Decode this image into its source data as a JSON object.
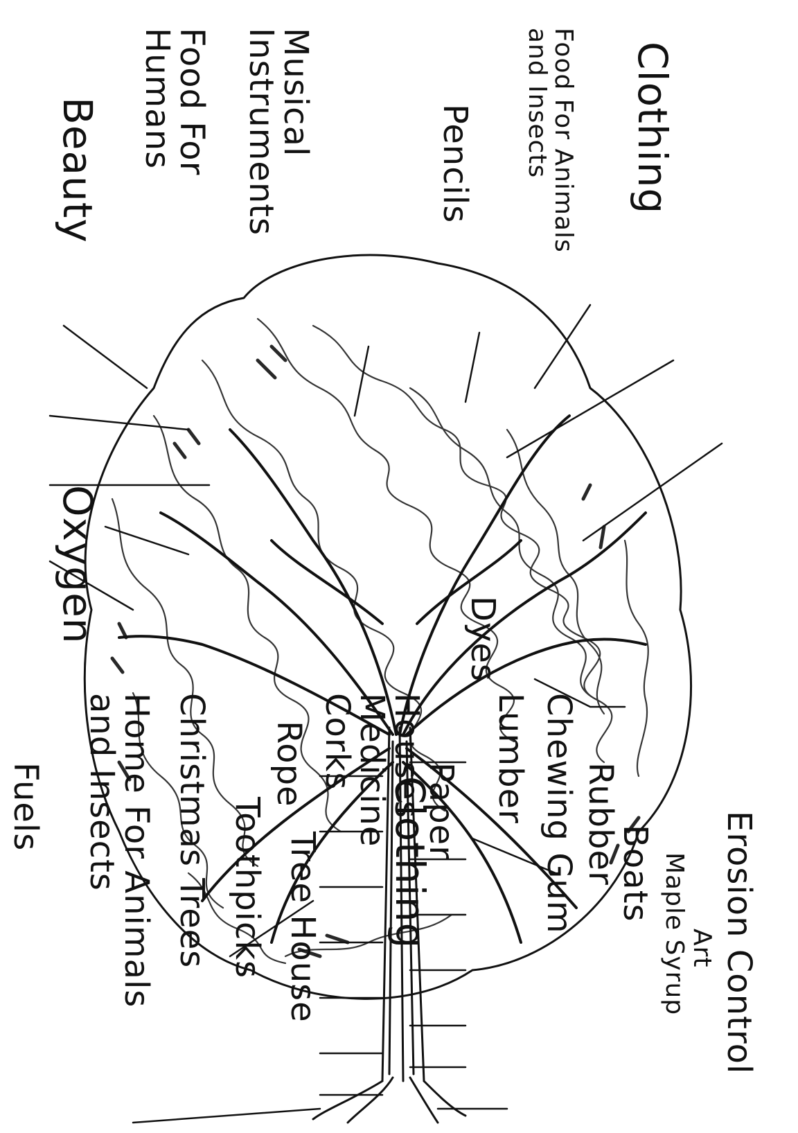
{
  "diagram": {
    "labels": {
      "oxygen": "Oxygen",
      "home_for_animals": "Home For Animals\nand Insects",
      "christmas_trees": "Christmas Trees",
      "toothpicks": "Toothpicks",
      "tree_house": "Tree House",
      "clothing_top": "Clothing",
      "dyes": "Dyes",
      "lumber": "Lumber",
      "chewing_gum": "Chewing Gum",
      "rubber": "Rubber",
      "boats": "Boats",
      "maple_syrup": "Maple Syrup",
      "art": "Art",
      "erosion_control": "Erosion Control",
      "beauty": "Beauty",
      "food_for_humans": "Food For\nHumans",
      "musical_instruments": "Musical\nInstruments",
      "pencils": "Pencils",
      "food_for_animals": "Food For Animals\nand Insects",
      "clothing_bottom": "Clothing",
      "rope": "Rope",
      "corks": "Corks",
      "medicine": "Medicine",
      "houses": "Houses",
      "paper": "Paper",
      "fuels": "Fuels"
    },
    "colors": {
      "ink": "#111111",
      "paper": "#ffffff"
    }
  }
}
